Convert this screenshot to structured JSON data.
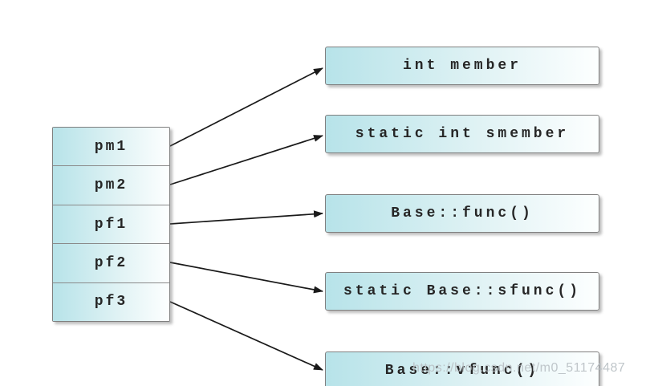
{
  "stack": {
    "items": [
      {
        "label": "pm1"
      },
      {
        "label": "pm2"
      },
      {
        "label": "pf1"
      },
      {
        "label": "pf2"
      },
      {
        "label": "pf3"
      }
    ]
  },
  "targets": {
    "items": [
      {
        "label": "int member"
      },
      {
        "label": "static int smember"
      },
      {
        "label": "Base::func()"
      },
      {
        "label": "static Base::sfunc()"
      },
      {
        "label": "Base::vfunc()"
      }
    ]
  },
  "watermark": {
    "text": "https://blog.csdn.net/m0_51174487"
  },
  "colors": {
    "box_fill_start": "#b7e3e9",
    "box_fill_end": "#fdffff",
    "box_border": "#808080",
    "arrow": "#1a1a1a",
    "label_text": "#262626",
    "watermark_text": "#b9c0c4"
  }
}
